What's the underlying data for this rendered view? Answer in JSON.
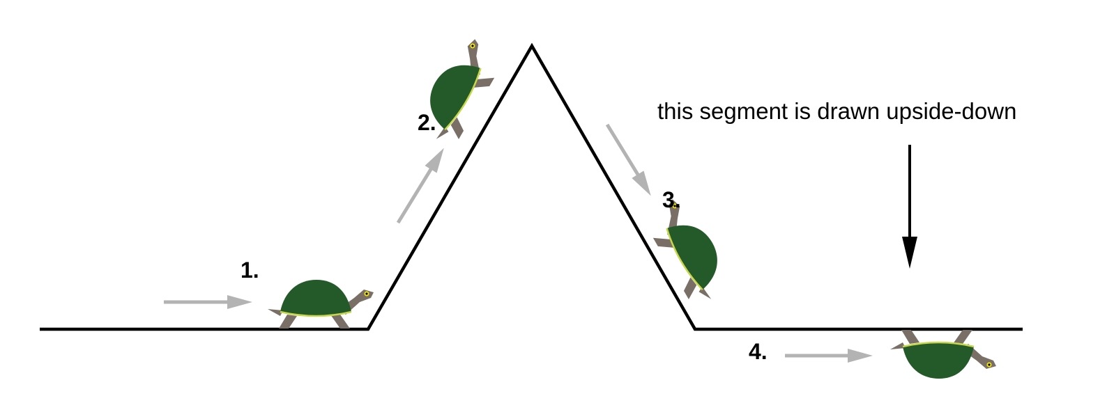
{
  "annotation": {
    "text": "this segment is drawn upside-down"
  },
  "steps": [
    {
      "label": "1."
    },
    {
      "label": "2."
    },
    {
      "label": "3."
    },
    {
      "label": "4."
    }
  ],
  "colors": {
    "line": "#000000",
    "arrow_gray": "#b3b3b3",
    "shell": "#245a29",
    "shell_rim": "#c7d64a",
    "skin": "#7a6f66",
    "eye": "#f2e600"
  },
  "icons": {
    "turtle": "turtle-icon",
    "direction_arrow": "arrow-right-icon",
    "pointer_arrow": "arrow-down-icon"
  }
}
